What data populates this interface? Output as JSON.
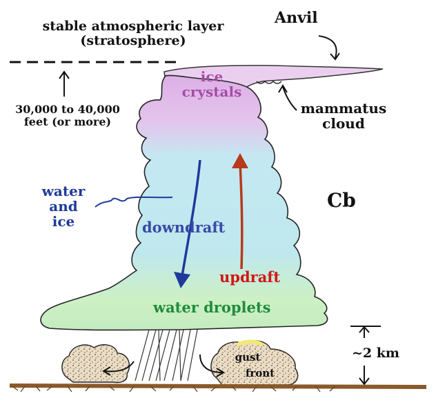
{
  "labels": {
    "stable_layer_line1": "stable atmospheric layer",
    "stable_layer_line2": "(stratosphere)",
    "anvil": "Anvil",
    "ice_line1": "ice",
    "ice_line2": "crystals",
    "mammatus_line1": "mammatus",
    "mammatus_line2": "cloud",
    "height_line1": "30,000 to 40,000",
    "height_line2": "feet (or more)",
    "water_ice_line1": "water",
    "water_ice_line2": "and",
    "water_ice_line3": "ice",
    "cb": "Cb",
    "downdraft": "downdraft",
    "updraft": "updraft",
    "water_droplets": "water droplets",
    "cloud_base": "~2 km",
    "gust_line1": "gust",
    "gust_line2": "front"
  },
  "colors": {
    "ice_text": "#a64ca6",
    "water_text": "#1f3a9a",
    "downdraft_arrow": "#1f3a9a",
    "updraft_text": "#d01818",
    "updraft_arrow": "#b83a1a",
    "water_droplets_text": "#1f8c3c",
    "ink": "#111111",
    "cloud_ice": "#d9a8e0",
    "cloud_mid": "#b8e6f0",
    "cloud_low": "#c8f0c0",
    "ground": "#8a5a2a",
    "dust": "#d8c8b0",
    "gust_yellow": "#f2e878"
  }
}
